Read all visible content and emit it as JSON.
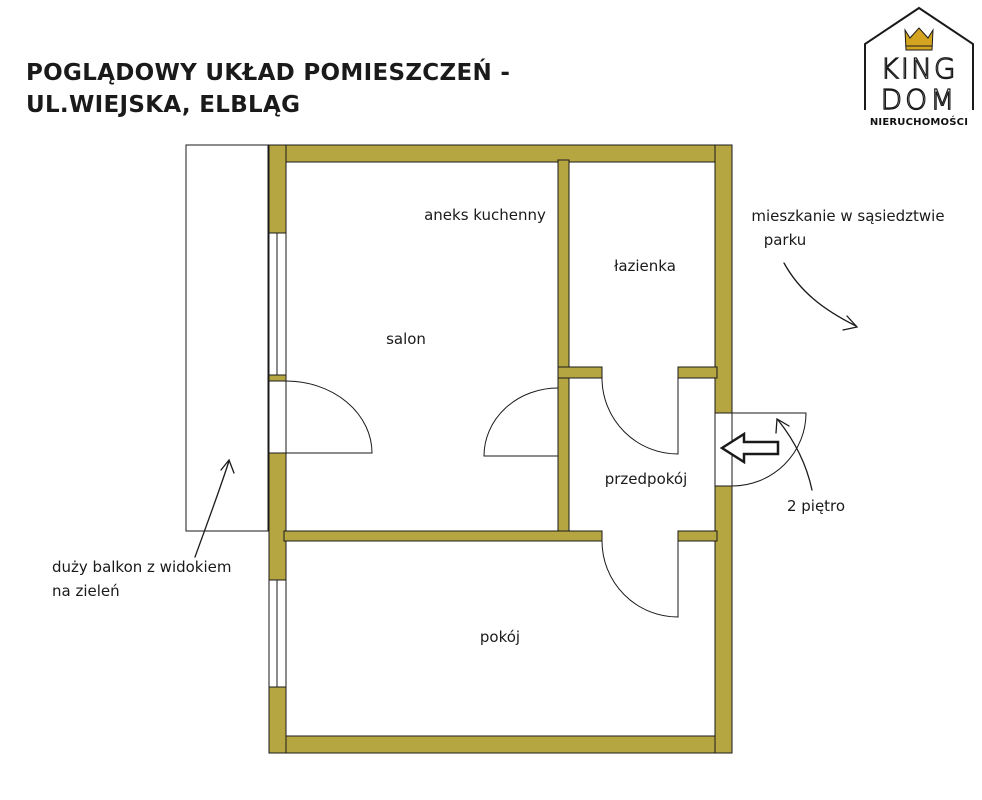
{
  "title": {
    "line1": "POGLĄDOWY UKŁAD POMIESZCZEŃ -",
    "line2": "UL.WIEJSKA, ELBLĄG"
  },
  "logo": {
    "word1": "KING",
    "word2": "DOM",
    "subtitle": "NIERUCHOMOŚCI",
    "icon": "crown-house-icon"
  },
  "rooms": {
    "kitchen": "aneks kuchenny",
    "bathroom": "łazienka",
    "living": "salon",
    "hall": "przedpokój",
    "room": "pokój"
  },
  "notes": {
    "park_line1": "mieszkanie w sąsiedztwie",
    "park_line2": "parku",
    "floor": "2 piętro",
    "balcony_line1": "duży balkon z widokiem",
    "balcony_line2": "na zieleń"
  },
  "colors": {
    "wall": "#b5a642",
    "wall_stroke": "#1a1a1a",
    "line": "#1a1a1a",
    "background": "#ffffff"
  }
}
